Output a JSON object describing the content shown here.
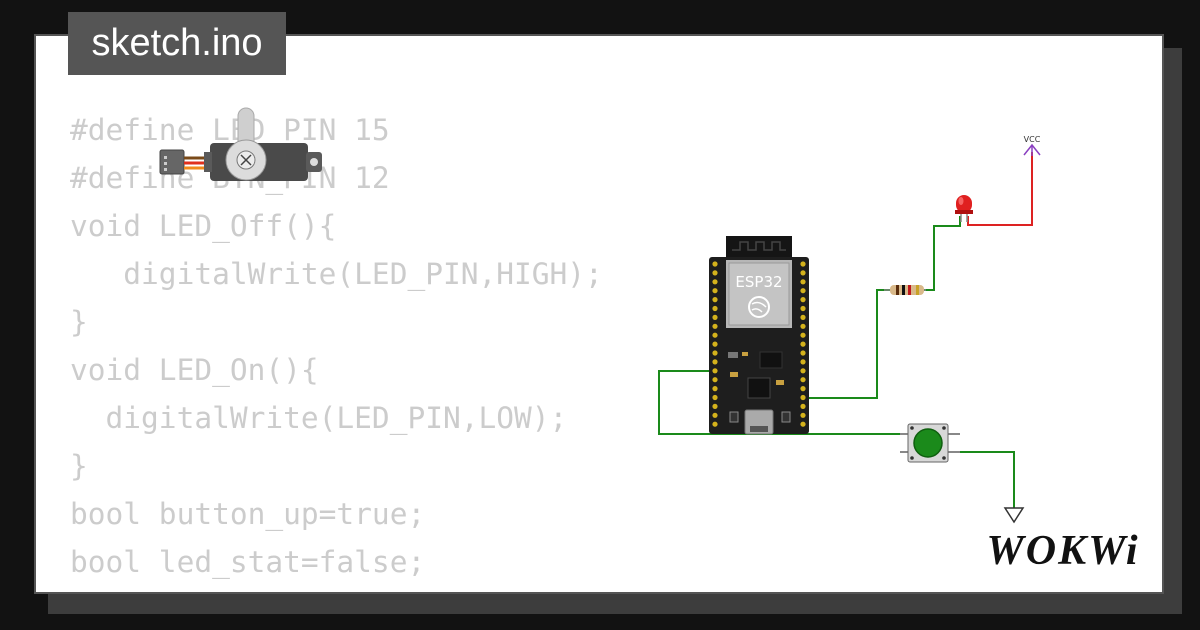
{
  "file": {
    "name": "sketch.ino"
  },
  "code_lines": [
    "#define LED_PIN 15",
    "#define BTN_PIN 12",
    "void LED_Off(){",
    "   digitalWrite(LED_PIN,HIGH);",
    "}",
    "void LED_On(){",
    "  digitalWrite(LED_PIN,LOW);",
    "}",
    "bool button_up=true;",
    "bool led_stat=false;"
  ],
  "circuit": {
    "board_label": "ESP32",
    "vcc_label": "VCC",
    "colors": {
      "wire_green": "#1a8a1a",
      "wire_red": "#dd2222",
      "vcc_purple": "#8a3fc0",
      "board": "#1e1e1e",
      "button_green": "#1b8a1b",
      "led_red": "#e02020"
    },
    "components": [
      "servo",
      "esp32-board",
      "led",
      "resistor",
      "pushbutton",
      "vcc-symbol",
      "ground-symbol"
    ]
  },
  "brand": {
    "logo_text": "WOKWi"
  }
}
